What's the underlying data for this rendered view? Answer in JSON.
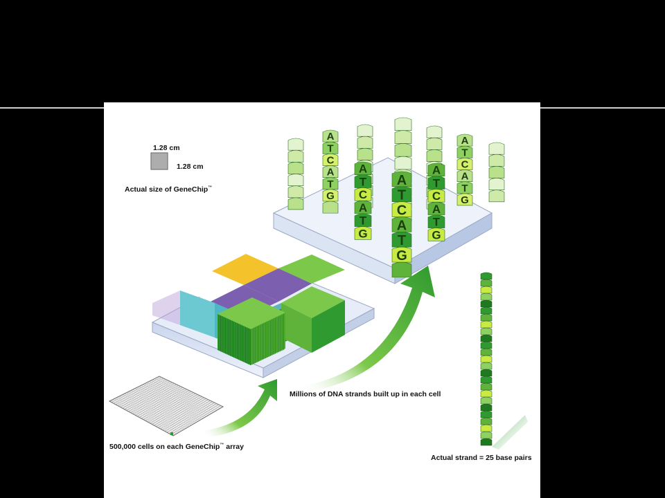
{
  "labels": {
    "chip_width": "1.28 cm",
    "chip_height": "1.28 cm",
    "actual_size": "Actual size of GeneChip",
    "cells": "500,000 cells on each GeneChip",
    "cells_suffix": "array",
    "strands": "Millions of DNA strands built up in each cell",
    "actual_strand": "Actual strand = 25 base pairs",
    "trademark": "™"
  },
  "dna_bases": [
    "A",
    "T",
    "C",
    "A",
    "T",
    "G"
  ],
  "colors": {
    "background": "#000000",
    "panel": "#ffffff",
    "green_dark": "#2f9a2f",
    "green_mid": "#7cc84a",
    "green_light": "#c9e89a",
    "yellow": "#f4c22b",
    "purple": "#7d5fb0",
    "cyan": "#6cc9d2",
    "platform": "#dbe4f3"
  },
  "icons": [
    "chip-grid-icon",
    "curved-arrow-icon",
    "dna-column-icon",
    "dna-strand-icon"
  ]
}
